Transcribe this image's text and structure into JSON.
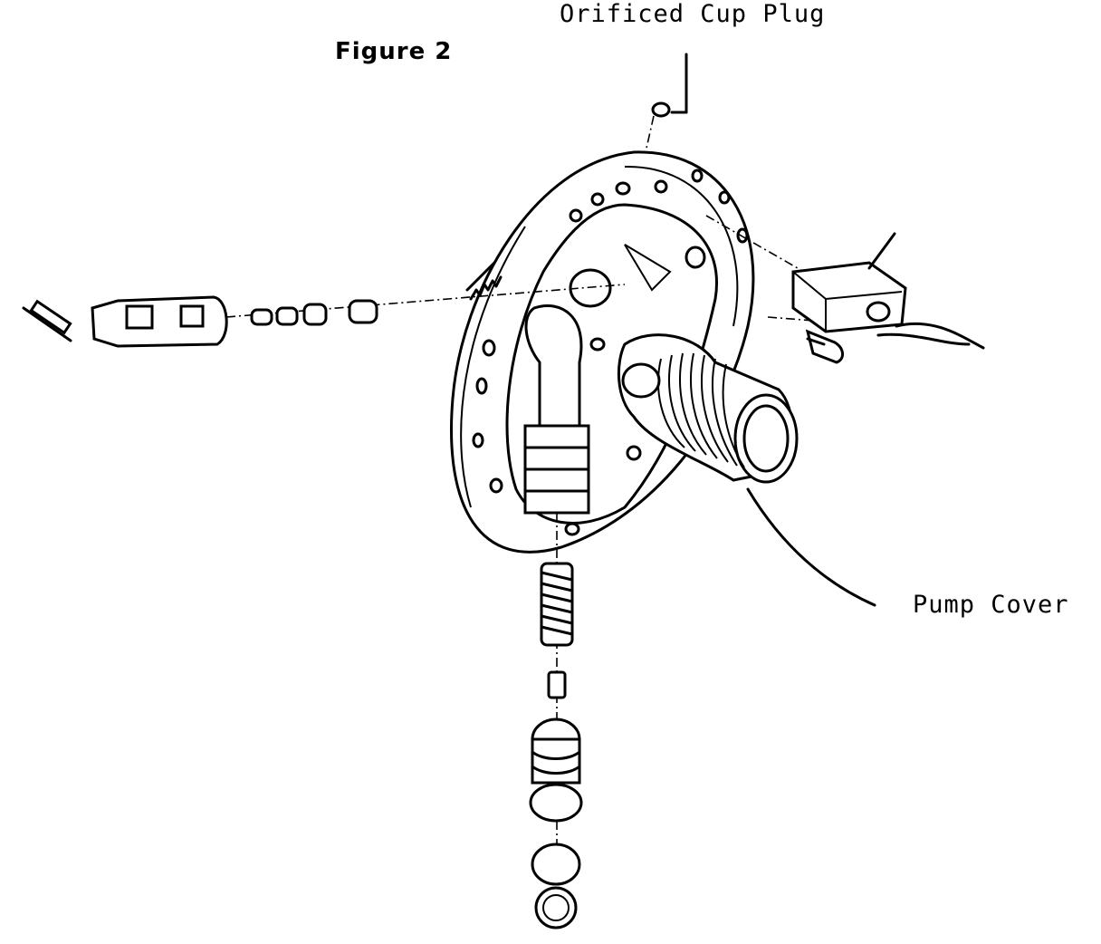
{
  "figure": {
    "title": "Figure 2",
    "labels": {
      "orificed_cup_plug": "Orificed Cup Plug",
      "pump_cover": "Pump Cover"
    }
  },
  "colors": {
    "ink": "#000000",
    "paper": "#ffffff"
  }
}
